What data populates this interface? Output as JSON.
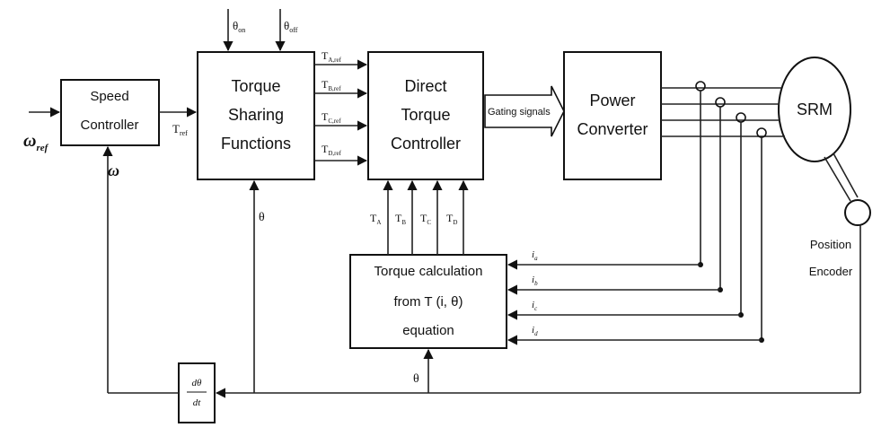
{
  "blocks": {
    "speed_controller": [
      "Speed",
      "Controller"
    ],
    "tsf": [
      "Torque",
      "Sharing",
      "Functions"
    ],
    "dtc": [
      "Direct",
      "Torque",
      "Controller"
    ],
    "power_converter": [
      "Power",
      "Converter"
    ],
    "srm": "SRM",
    "torque_calc": [
      "Torque calculation",
      "from T (i, θ)",
      "equation"
    ],
    "derivative": {
      "num": "dθ",
      "den": "dt"
    },
    "encoder": [
      "Position",
      "Encoder"
    ]
  },
  "signals": {
    "omega_ref": "ω",
    "omega_ref_sub": "ref",
    "omega": "ω",
    "t_ref": "T",
    "t_ref_sub": "ref",
    "theta_on": "θ",
    "theta_on_sub": "on",
    "theta_off": "θ",
    "theta_off_sub": "off",
    "theta_tsf": "θ",
    "theta_calc": "θ",
    "gating": "Gating signals",
    "phase_refs": [
      {
        "main": "T",
        "sub": "A,ref"
      },
      {
        "main": "T",
        "sub": "B,ref"
      },
      {
        "main": "T",
        "sub": "C,ref"
      },
      {
        "main": "T",
        "sub": "D,ref"
      }
    ],
    "phase_torques": [
      {
        "main": "T",
        "sub": "A"
      },
      {
        "main": "T",
        "sub": "B"
      },
      {
        "main": "T",
        "sub": "C"
      },
      {
        "main": "T",
        "sub": "D"
      }
    ],
    "currents": [
      {
        "main": "i",
        "sub": "a"
      },
      {
        "main": "i",
        "sub": "b"
      },
      {
        "main": "i",
        "sub": "c"
      },
      {
        "main": "i",
        "sub": "d"
      }
    ]
  }
}
